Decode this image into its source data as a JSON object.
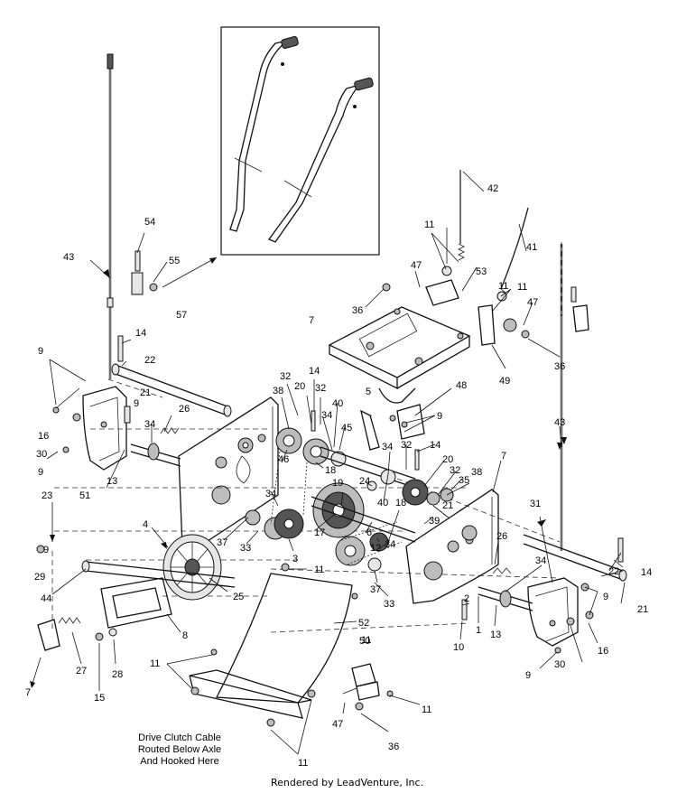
{
  "labels": [
    "54",
    "43",
    "55",
    "57",
    "14",
    "22",
    "9",
    "21",
    "16",
    "26",
    "34",
    "30",
    "13",
    "51",
    "23",
    "29",
    "4",
    "44",
    "25",
    "8",
    "7",
    "27",
    "15",
    "28",
    "11",
    "52",
    "50",
    "47",
    "36",
    "32",
    "38",
    "20",
    "40",
    "48",
    "5",
    "45",
    "46",
    "18",
    "24",
    "19",
    "17",
    "37",
    "33",
    "3",
    "6",
    "12",
    "39",
    "35",
    "10",
    "1",
    "31",
    "2",
    "42",
    "41",
    "49",
    "53"
  ],
  "callouts": {
    "c43a": "43",
    "c54": "54",
    "c55": "55",
    "c57": "57",
    "c14a": "14",
    "c22a": "22",
    "c9a": "9",
    "c21a": "21",
    "c9b": "9",
    "c26a": "26",
    "c34a": "34",
    "c16a": "16",
    "c30a": "30",
    "c9c": "9",
    "c13a": "13",
    "c51": "51",
    "c23": "23",
    "c29": "29",
    "c4": "4",
    "c44": "44",
    "c25": "25",
    "c8": "8",
    "c7a": "7",
    "c27": "27",
    "c15": "15",
    "c28": "28",
    "c11a": "11",
    "c11b": "11",
    "c52": "52",
    "c50": "50",
    "c47a": "47",
    "c36a": "36",
    "c11c": "11",
    "c11d": "11",
    "c38a": "38",
    "c32a": "32",
    "c20a": "20",
    "c32b": "32",
    "c14b": "14",
    "c40a": "40",
    "c46": "46",
    "c34b": "34",
    "c45": "45",
    "c18a": "18",
    "c34c": "34",
    "c37a": "37",
    "c33a": "33",
    "c3": "3",
    "c17": "17",
    "c5": "5",
    "c48": "48",
    "c9d": "9",
    "c32c": "32",
    "c34d": "34",
    "c14c": "14",
    "c20b": "20",
    "c24": "24",
    "c19": "19",
    "c40b": "40",
    "c18b": "18",
    "c32d": "32",
    "c38b": "38",
    "c35": "35",
    "c21b": "21",
    "c39": "39",
    "c6": "6",
    "c12": "12",
    "c34e": "34",
    "c37b": "37",
    "c33b": "33",
    "c7b": "7",
    "c26b": "26",
    "c34f": "34",
    "c2": "2",
    "c10": "10",
    "c1": "1",
    "c13b": "13",
    "c31": "31",
    "c43b": "43",
    "c14d": "14",
    "c22b": "22",
    "c9e": "9",
    "c21c": "21",
    "c16b": "16",
    "c30b": "30",
    "c9f": "9",
    "c7c": "7",
    "c11e": "11",
    "c47b": "47",
    "c36b": "36",
    "c53": "53",
    "c11f": "11",
    "c42": "42",
    "c41": "41",
    "c11g": "11",
    "c47c": "47",
    "c49": "49",
    "c36c": "36",
    "c9g": "9",
    "c11h": "11"
  },
  "note": {
    "line1": "Drive Clutch Cable",
    "line2": "Routed Below Axle",
    "line3": "And Hooked Here"
  },
  "footer": "Rendered by LeadVenture, Inc."
}
